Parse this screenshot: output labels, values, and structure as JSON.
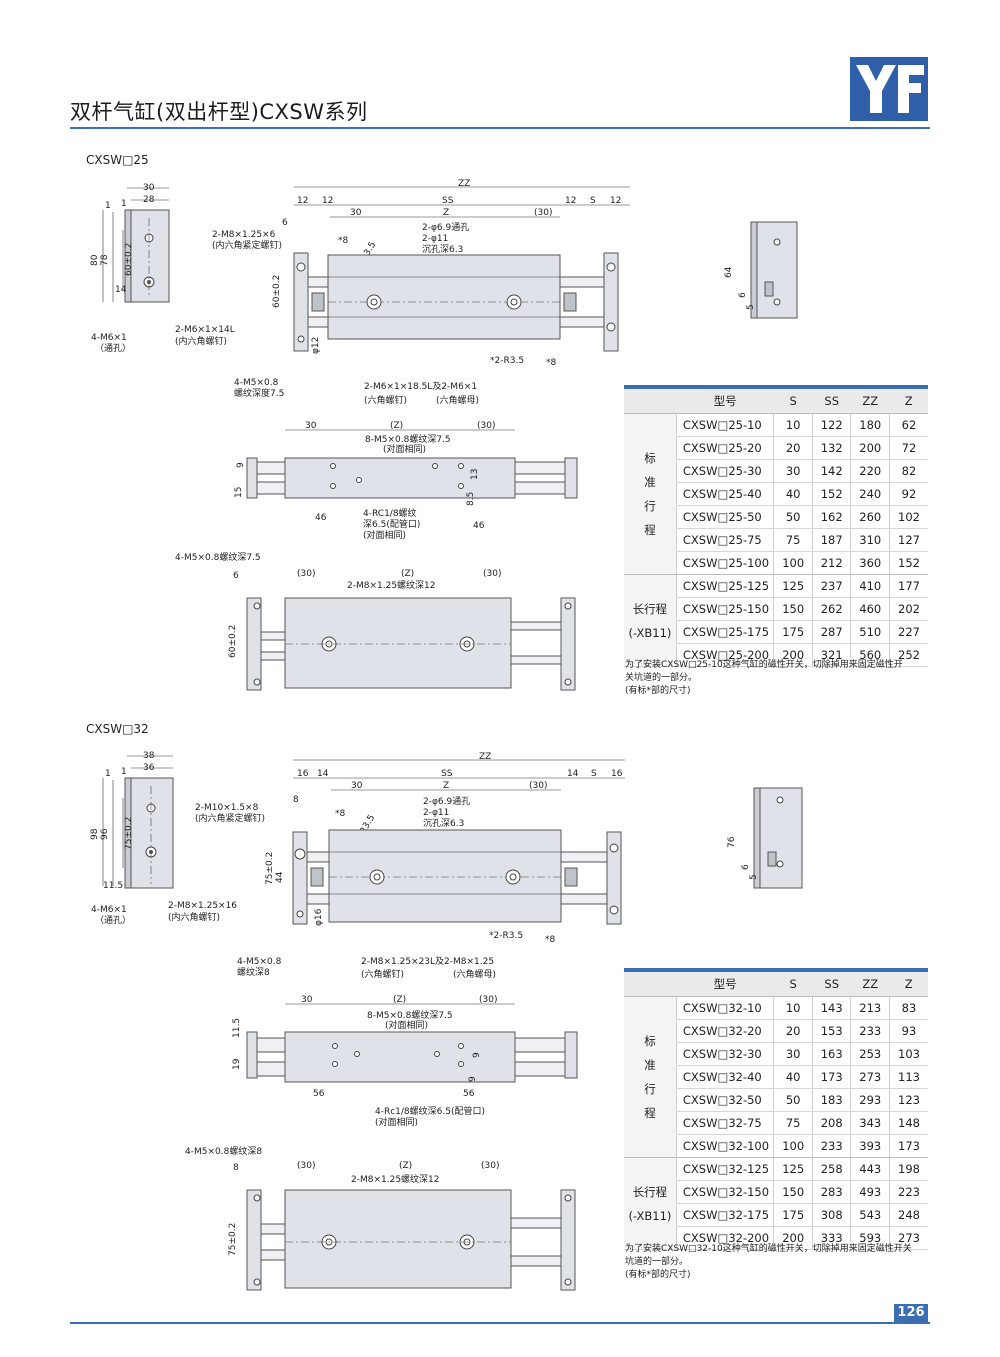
{
  "page": {
    "title": "双杆气缸(双出杆型)CXSW系列",
    "page_number": "126",
    "logo_text": "YF"
  },
  "sections": [
    {
      "label": "CXSW□25",
      "side": {
        "w_total": "30",
        "w_inner": "28",
        "d1": "1",
        "d2": "1",
        "h80": "80",
        "h78": "78",
        "h60": "60±0.2",
        "h14": "14",
        "holes": "4-M6×1",
        "holes_sub": "（通孔）",
        "screw": "2-M6×1×14L",
        "screw_sub": "(内六角螺钉)"
      },
      "top": {
        "zz": "ZZ",
        "d12a": "12",
        "d12b": "12",
        "ss": "SS",
        "s": "S",
        "d12c": "12",
        "d12d": "12",
        "d30": "30",
        "z": "Z",
        "d30p": "(30)",
        "lock": "2-M8×1.25×6",
        "lock_sub": "(内六角紧定螺钉)",
        "d6": "6",
        "star8": "*8",
        "r35": "2-R3.5",
        "hole1": "2-φ6.9通孔",
        "hole2": "2-φ11",
        "hole3": "沉孔深6.3",
        "h60": "60±0.2",
        "phi": "φ12",
        "m5": "4-M5×0.8",
        "m5sub": "螺纹深度7.5",
        "bolt": "2-M6×1×18.5L及2-M6×1",
        "bolt_sub1": "(六角螺钉)",
        "bolt_sub2": "(六角螺母)",
        "r35b": "*2-R3.5",
        "star8b": "*8"
      },
      "end": {
        "h64": "64",
        "h6": "6",
        "h5": "5"
      },
      "front": {
        "d30": "30",
        "z": "(Z)",
        "d30p": "(30)",
        "thread": "8-M5×0.8螺纹深7.5",
        "thread_sub": "(对面相同)",
        "d9": "9",
        "d15": "15",
        "d46a": "46",
        "d46b": "46",
        "d13": "13",
        "d85": "8.5",
        "port": "4-RC1/8螺纹",
        "port_sub": "深6.5(配管口)",
        "port_sub2": "(对面相同)"
      },
      "bottom": {
        "m5": "4-M5×0.8螺纹深7.5",
        "d6": "6",
        "d30a": "(30)",
        "z": "(Z)",
        "d30b": "(30)",
        "m8": "2-M8×1.25螺纹深12",
        "h60": "60±0.2"
      },
      "table": {
        "headers": [
          "型号",
          "S",
          "SS",
          "ZZ",
          "Z"
        ],
        "group1": [
          "标",
          "准",
          "行",
          "程"
        ],
        "group2": [
          "长行程",
          "(-XB11)"
        ],
        "rows": [
          [
            "CXSW□25-10",
            "10",
            "122",
            "180",
            "62"
          ],
          [
            "CXSW□25-20",
            "20",
            "132",
            "200",
            "72"
          ],
          [
            "CXSW□25-30",
            "30",
            "142",
            "220",
            "82"
          ],
          [
            "CXSW□25-40",
            "40",
            "152",
            "240",
            "92"
          ],
          [
            "CXSW□25-50",
            "50",
            "162",
            "260",
            "102"
          ],
          [
            "CXSW□25-75",
            "75",
            "187",
            "310",
            "127"
          ],
          [
            "CXSW□25-100",
            "100",
            "212",
            "360",
            "152"
          ],
          [
            "CXSW□25-125",
            "125",
            "237",
            "410",
            "177"
          ],
          [
            "CXSW□25-150",
            "150",
            "262",
            "460",
            "202"
          ],
          [
            "CXSW□25-175",
            "175",
            "287",
            "510",
            "227"
          ],
          [
            "CXSW□25-200",
            "200",
            "321",
            "560",
            "252"
          ]
        ],
        "note1": "为了安装CXSW□25-10这种气缸的磁性开关，切除掉用来固定磁性开",
        "note2": "关坑道的一部分。",
        "note3": "(有标*部的尺寸)"
      }
    },
    {
      "label": "CXSW□32",
      "side": {
        "w_total": "38",
        "w_inner": "36",
        "d1": "1",
        "d2": "1",
        "h80": "98",
        "h78": "96",
        "h60": "75±0.2",
        "h14": "11.5",
        "holes": "4-M6×1",
        "holes_sub": "（通孔）",
        "screw": "2-M8×1.25×16",
        "screw_sub": "(内六角螺钉)"
      },
      "top": {
        "zz": "ZZ",
        "d12a": "16",
        "d12b": "14",
        "ss": "SS",
        "s": "S",
        "d12c": "14",
        "d12d": "16",
        "d30": "30",
        "z": "Z",
        "d30p": "(30)",
        "lock": "2-M10×1.5×8",
        "lock_sub": "(内六角紧定螺钉)",
        "d6": "8",
        "star8": "*8",
        "r35": "2-R3.5",
        "hole1": "2-φ6.9通孔",
        "hole2": "2-φ11",
        "hole3": "沉孔深6.3",
        "h60": "75±0.2",
        "h44": "44",
        "phi": "φ16",
        "m5": "4-M5×0.8",
        "m5sub": "螺纹深8",
        "bolt": "2-M8×1.25×23L及2-M8×1.25",
        "bolt_sub1": "(六角螺钉)",
        "bolt_sub2": "(六角螺母)",
        "r35b": "*2-R3.5",
        "star8b": "*8"
      },
      "end": {
        "h64": "76",
        "h6": "6",
        "h5": "5"
      },
      "front": {
        "d30": "30",
        "z": "(Z)",
        "d30p": "(30)",
        "thread": "8-M5×0.8螺纹深7.5",
        "thread_sub": "(对面相同)",
        "d9": "11.5",
        "d15": "19",
        "d46a": "56",
        "d46b": "56",
        "d13": "9",
        "d85": "9",
        "port": "4-Rc1/8螺纹深6.5(配管口)",
        "port_sub": "",
        "port_sub2": "(对面相同)"
      },
      "bottom": {
        "m5": "4-M5×0.8螺纹深8",
        "d6": "8",
        "d30a": "(30)",
        "z": "(Z)",
        "d30b": "(30)",
        "m8": "2-M8×1.25螺纹深12",
        "h60": "75±0.2"
      },
      "table": {
        "headers": [
          "型号",
          "S",
          "SS",
          "ZZ",
          "Z"
        ],
        "group1": [
          "标",
          "准",
          "行",
          "程"
        ],
        "group2": [
          "长行程",
          "(-XB11)"
        ],
        "rows": [
          [
            "CXSW□32-10",
            "10",
            "143",
            "213",
            "83"
          ],
          [
            "CXSW□32-20",
            "20",
            "153",
            "233",
            "93"
          ],
          [
            "CXSW□32-30",
            "30",
            "163",
            "253",
            "103"
          ],
          [
            "CXSW□32-40",
            "40",
            "173",
            "273",
            "113"
          ],
          [
            "CXSW□32-50",
            "50",
            "183",
            "293",
            "123"
          ],
          [
            "CXSW□32-75",
            "75",
            "208",
            "343",
            "148"
          ],
          [
            "CXSW□32-100",
            "100",
            "233",
            "393",
            "173"
          ],
          [
            "CXSW□32-125",
            "125",
            "258",
            "443",
            "198"
          ],
          [
            "CXSW□32-150",
            "150",
            "283",
            "493",
            "223"
          ],
          [
            "CXSW□32-175",
            "175",
            "308",
            "543",
            "248"
          ],
          [
            "CXSW□32-200",
            "200",
            "333",
            "593",
            "273"
          ]
        ],
        "note1": "为了安装CXSW□32-10这种气缸的磁性开关，切除掉用来固定磁性开关",
        "note2": "坑道的一部分。",
        "note3": "(有标*部的尺寸)"
      }
    }
  ]
}
